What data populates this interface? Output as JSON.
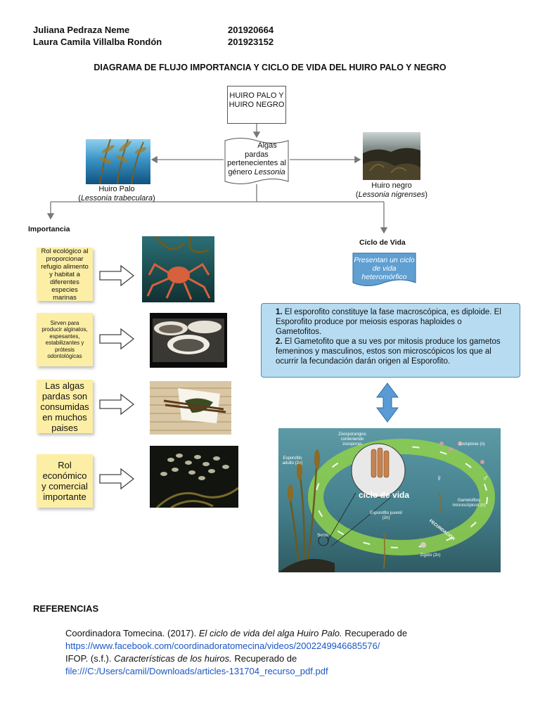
{
  "header": {
    "author1": "Juliana Pedraza Neme",
    "id1": "201920664",
    "author2": "Laura Camila Villalba Rondón",
    "id2": "201923152"
  },
  "title": "DIAGRAMA DE FLUJO IMPORTANCIA Y CICLO DE VIDA DEL  HUIRO PALO Y NEGRO",
  "top_box": "HUIRO PALO Y HUIRO NEGRO",
  "algae_box": {
    "line1": "Algas",
    "line2": "pardas",
    "line3": "pertenecientes al",
    "line4_prefix": "género ",
    "line4_italic": "Lessonia"
  },
  "huiro_palo": {
    "name": "Huiro Palo",
    "scientific": "Lessonia trabeculara"
  },
  "huiro_negro": {
    "name": "Huiro negro",
    "scientific": "Lessonia nigrenses"
  },
  "importance": {
    "heading": "Importancia",
    "items": [
      "Rol ecológico al proporcionar refugio alimento y habitat a diferentes especies marinas",
      "Sirven para producir alginatos, espesantes, estabilizantes y prótesis odontológicas",
      "Las algas pardas son consumidas en muchos paises",
      "Rol económico y comercial importante"
    ]
  },
  "life_cycle": {
    "heading": "Ciclo de Vida",
    "banner": "Presentan un ciclo de vida heteromórfico",
    "point1_num": "1.",
    "point1": "El esporofito constituye la fase macroscópica, es   diploide. El Esporofito produce por meiosis esporas  haploides o Gametofitos.",
    "point2_num": "2.",
    "point2": "El Gametofito que a su ves por mitosis produce los gametos femeninos y masculinos, estos son    microscópicos los que al ocurrir la fecundación darán   origen al Esporofito."
  },
  "cycle_image": {
    "center_label": "ciclo de vida",
    "zoosporangia": "Zoosporangios conteniendo zoosporas",
    "zoospores": "Zoosporas (n)",
    "adult": "Esporofito adulto (2n)",
    "gametophytes": "Gametofitos microscópicos (n)",
    "juvenile": "Esporofito juvenil (2n)",
    "fecundation": "FECUNDACIÓN",
    "sorus": "Soros",
    "zygote": "Zigoto (2n)",
    "female": "♀",
    "male": "♂"
  },
  "references": {
    "heading": "REFERENCIAS",
    "ref1_prefix": "Coordinadora Tomecina. (2017). ",
    "ref1_italic": "El ciclo de vida del alga Huiro Palo.",
    "ref1_suffix": " Recuperado de",
    "ref1_link": "https://www.facebook.com/coordinadoratomecina/videos/2002249946685576/",
    "ref2_prefix": "IFOP. (s.f.). ",
    "ref2_italic": "Características de los huiros.",
    "ref2_suffix": " Recuperado de",
    "ref2_link": "file:///C:/Users/camil/Downloads/articles-131704_recurso_pdf.pdf"
  },
  "colors": {
    "sticky": "#fcefa5",
    "life_box": "#b7dcf2",
    "banner": "#5f9fd2",
    "arrow_blue": "#5b9bd5",
    "link": "#1a55c5"
  }
}
